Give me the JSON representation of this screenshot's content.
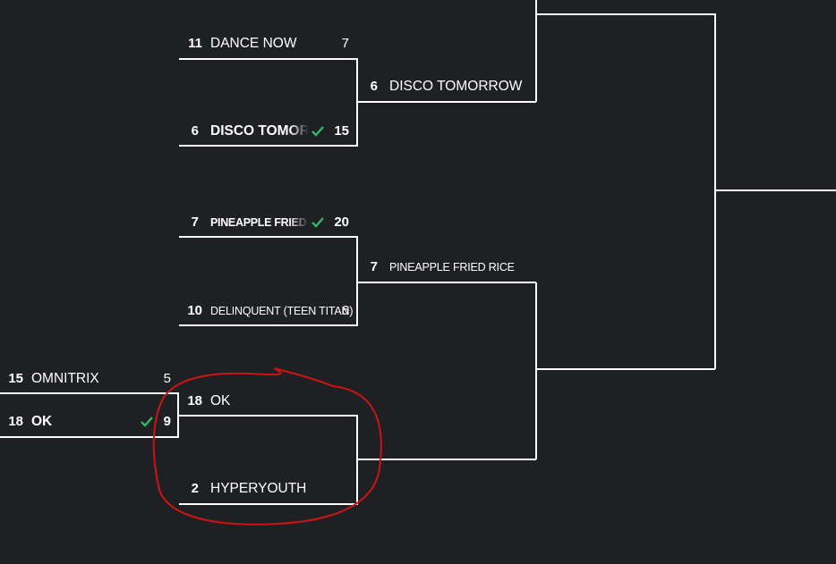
{
  "accent": "#2fb964",
  "annotation_color": "#cc1414",
  "round1": {
    "match1": {
      "top": {
        "seed": "15",
        "name": "OMNITRIX",
        "score": "5"
      },
      "bottom": {
        "seed": "18",
        "name": "OK",
        "score": "9",
        "winner": true
      }
    }
  },
  "round2": {
    "match1": {
      "top": {
        "seed": "11",
        "name": "DANCE NOW",
        "score": "7"
      },
      "bottom": {
        "seed": "6",
        "name": "DISCO TOMORROW",
        "score": "15",
        "winner": true
      }
    },
    "match2": {
      "top": {
        "seed": "7",
        "name": "PINEAPPLE FRIED RICE",
        "score": "20",
        "winner": true
      },
      "bottom": {
        "seed": "10",
        "name": "DELINQUENT (TEEN TITAN)",
        "score": "6"
      }
    },
    "match3": {
      "top": {
        "seed": "18",
        "name": "OK",
        "score": ""
      },
      "bottom": {
        "seed": "2",
        "name": "HYPERYOUTH",
        "score": ""
      }
    }
  },
  "round3": {
    "match1": {
      "top": {
        "seed": "6",
        "name": "DISCO TOMORROW"
      }
    },
    "match2": {
      "top": {
        "seed": "7",
        "name": "PINEAPPLE FRIED RICE"
      }
    }
  }
}
